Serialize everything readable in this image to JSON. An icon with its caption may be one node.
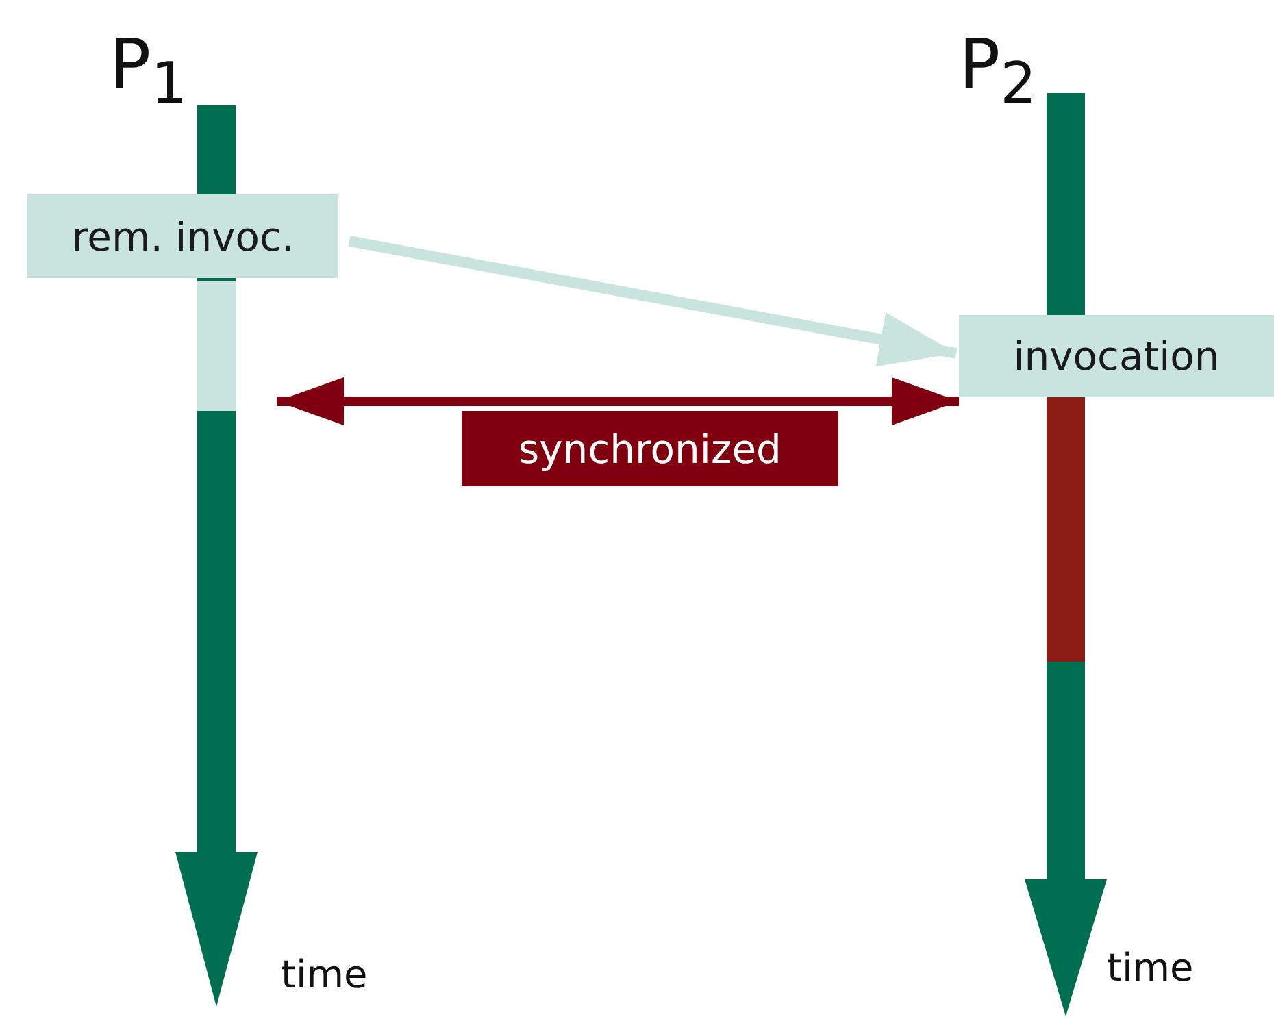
{
  "diagram": {
    "nodes": [
      {
        "text": [
          "P$_{1}$"
        ],
        "beside": [
          "time"
        ]
      },
      {
        "text": [
          "rem. invoc."
        ]
      },
      {
        "text": [
          "P$_{2}$"
        ],
        "beside": [
          "time"
        ]
      },
      {
        "text": [
          "invocation"
        ]
      }
    ],
    "edges": [
      {
        "from": 1,
        "to": 3,
        "arrow": "to",
        "color": "#c9e3df"
      },
      {
        "from": 0,
        "to": 2,
        "arrow": "both",
        "label": "synchronized",
        "color": "#80000f"
      }
    ]
  }
}
